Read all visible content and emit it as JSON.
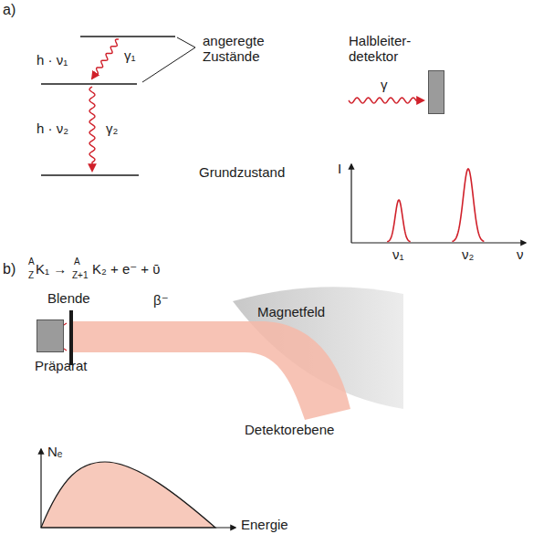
{
  "diagram": {
    "nodes": [
      {
        "text": [
          "Halbleiter- detektor"
        ]
      },
      {
        "text": [
          "Präparat"
        ]
      }
    ],
    "labels": [
      "a)",
      "h · ν₁",
      "γ₁",
      "angeregte Zustände",
      "h · ν₂",
      "γ₂",
      "Grundzustand",
      "γ",
      "I",
      "ν₁",
      "ν₂",
      "ν",
      "b)",
      "A",
      "Z",
      "K₁ →",
      "A",
      "Z+1",
      "K₂ + e⁻ + ῡ",
      "Blende",
      "β⁻",
      "Magnetfeld",
      "Detektorebene",
      "Nₑ",
      "Energie"
    ]
  }
}
